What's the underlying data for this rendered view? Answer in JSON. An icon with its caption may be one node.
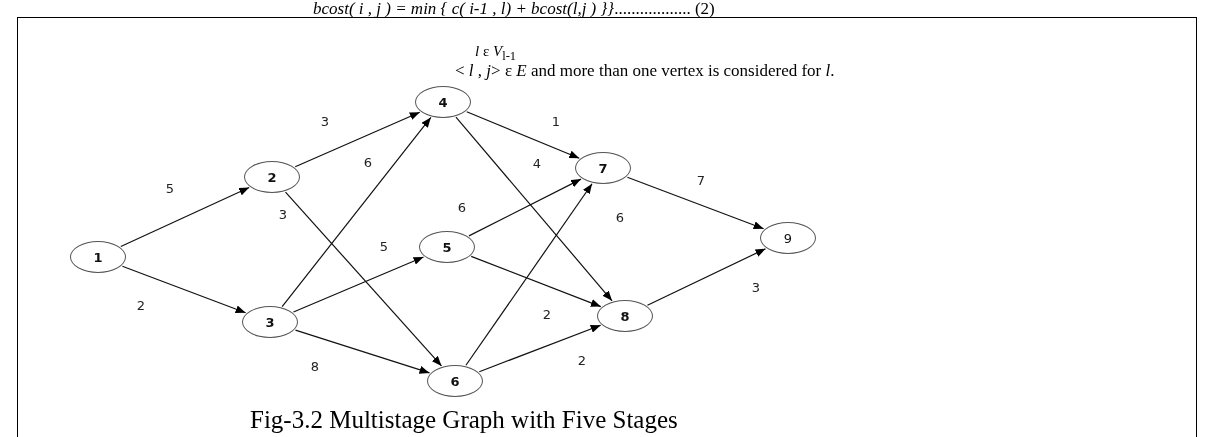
{
  "diagram": {
    "caption": "Fig-3.2 Multistage Graph with Five Stages",
    "nodes": [
      {
        "text": [
          "1"
        ]
      },
      {
        "text": [
          "2"
        ]
      },
      {
        "text": [
          "3"
        ]
      },
      {
        "text": [
          "4"
        ]
      },
      {
        "text": [
          "5"
        ]
      },
      {
        "text": [
          "6"
        ]
      },
      {
        "text": [
          "7"
        ]
      },
      {
        "text": [
          "8"
        ]
      },
      {
        "text": [
          "9"
        ]
      }
    ],
    "edges": [
      {
        "from": 0,
        "to": 1,
        "arrow": "to",
        "label": "5"
      },
      {
        "from": 0,
        "to": 2,
        "arrow": "to",
        "label": "2"
      },
      {
        "from": 1,
        "to": 3,
        "arrow": "to",
        "label": "3"
      },
      {
        "from": 1,
        "to": 5,
        "arrow": "to",
        "label": "3"
      },
      {
        "from": 2,
        "to": 3,
        "arrow": "to",
        "label": "6"
      },
      {
        "from": 2,
        "to": 4,
        "arrow": "to",
        "label": "5"
      },
      {
        "from": 2,
        "to": 5,
        "arrow": "to",
        "label": "8"
      },
      {
        "from": 3,
        "to": 6,
        "arrow": "to",
        "label": "1"
      },
      {
        "from": 3,
        "to": 7,
        "arrow": "to",
        "label": "4"
      },
      {
        "from": 4,
        "to": 6,
        "arrow": "to",
        "label": "6"
      },
      {
        "from": 4,
        "to": 7,
        "arrow": "to",
        "label": "2"
      },
      {
        "from": 5,
        "to": 6,
        "arrow": "to",
        "label": "6"
      },
      {
        "from": 5,
        "to": 7,
        "arrow": "to",
        "label": "2"
      },
      {
        "from": 6,
        "to": 8,
        "arrow": "to",
        "label": "7"
      },
      {
        "from": 7,
        "to": 8,
        "arrow": "to",
        "label": "3"
      }
    ],
    "labels": [
      "*bcost( i , j ) = min { c( i-1 ,  l) + bcost(l,j ) }}*.................. (2)",
      "*l* ε *V*$_{l-1}$",
      "< *l* , *j*> ε *E* and more than one vertex is considered for  *l*."
    ]
  }
}
